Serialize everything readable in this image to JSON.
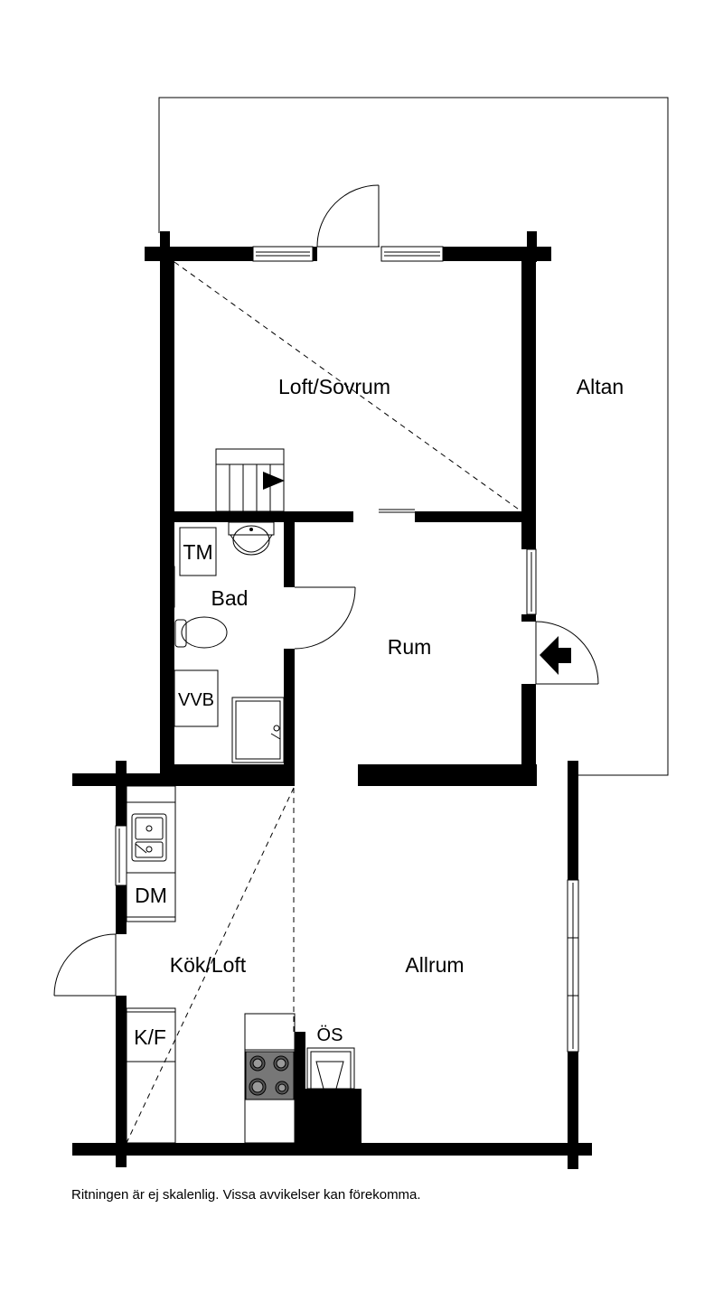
{
  "rooms": {
    "loft_sovrum": "Loft/Sovrum",
    "altan": "Altan",
    "bad": "Bad",
    "rum": "Rum",
    "kok_loft": "Kök/Loft",
    "allrum": "Allrum"
  },
  "fixtures": {
    "tm": "TM",
    "vvb": "VVB",
    "dm": "DM",
    "kf": "K/F",
    "os": "ÖS"
  },
  "footer": {
    "disclaimer": "Ritningen är ej skalenlig. Vissa avvikelser kan förekomma."
  },
  "colors": {
    "wall": "#000000",
    "background": "#ffffff"
  }
}
